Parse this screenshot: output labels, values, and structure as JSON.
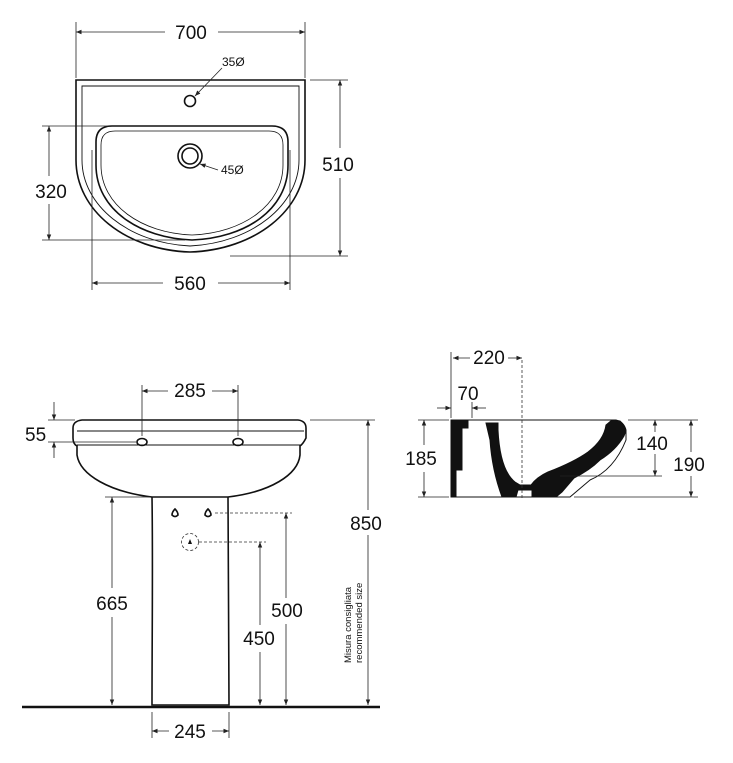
{
  "top_view": {
    "width_overall": "700",
    "depth_overall": "510",
    "bowl_width": "560",
    "bowl_depth": "320",
    "tap_hole": "35Ø",
    "drain_hole": "45Ø"
  },
  "front_view": {
    "fixing_spacing": "285",
    "rim_to_holes": "55",
    "pedestal_width": "245",
    "wall_fix_height": "665",
    "supply_height": "500",
    "waste_height": "450",
    "rim_height": "850",
    "recommended_it": "Misura consigliata",
    "recommended_en": "recommended size"
  },
  "side_view": {
    "projection": "220",
    "wall_offset": "70",
    "basin_height": "185",
    "bowl_depth": "140",
    "total_height": "190"
  }
}
